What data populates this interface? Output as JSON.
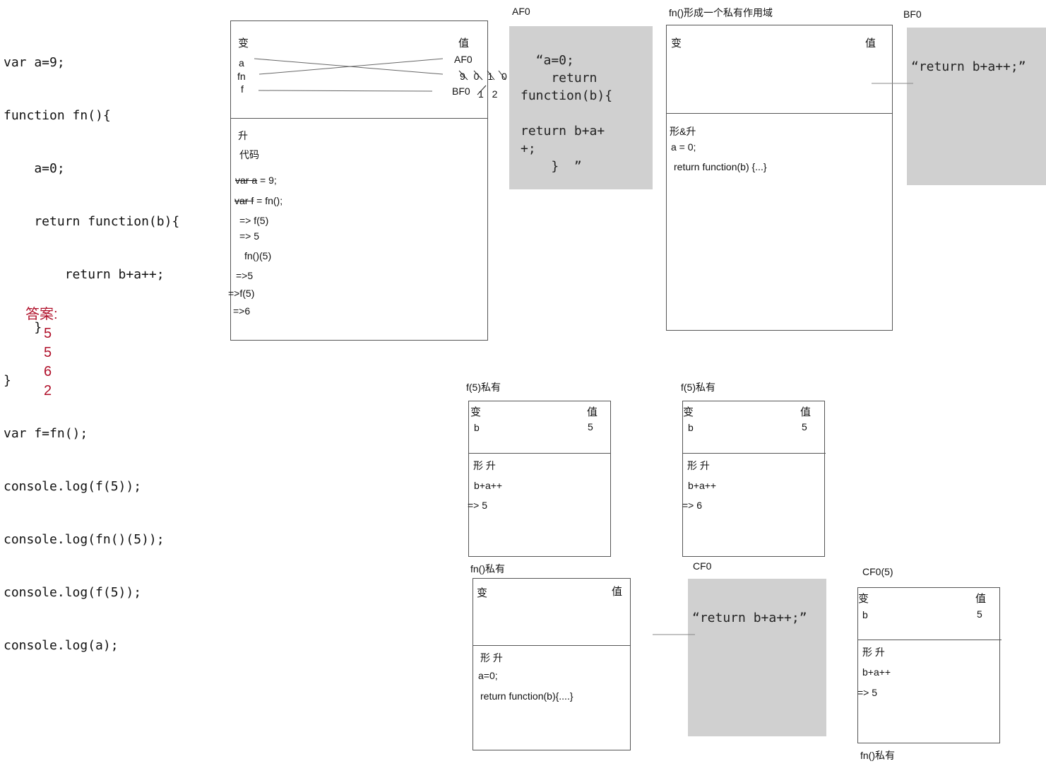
{
  "code": {
    "lines": [
      "var a=9;",
      "function fn(){",
      "    a=0;",
      "    return function(b){",
      "        return b+a++;",
      "    }",
      "}",
      "var f=fn();",
      "console.log(f(5));",
      "console.log(fn()(5));",
      "console.log(f(5));",
      "console.log(a);"
    ]
  },
  "answer": {
    "title": "答案:",
    "values": [
      "5",
      "5",
      "6",
      "2"
    ]
  },
  "global": {
    "var_header": "变",
    "val_header": "值",
    "vars": [
      "a",
      "fn",
      "f"
    ],
    "val_af0": "AF0",
    "val_a_history": "9 0 1 0",
    "val_bf0": "BF0",
    "val_f_history": "1 2",
    "hoist_label": "升",
    "code_label": "代码",
    "step1_struck": "var a",
    "step1_rest": " = 9;",
    "step2_struck": "var f",
    "step2_rest": " = fn();",
    "steps": [
      "=> f(5)",
      "=> 5",
      "fn()(5)",
      "=>5",
      "=>f(5)",
      "=>6"
    ]
  },
  "af0": {
    "label": "AF0",
    "content": "  “a=0;\n    return\nfunction(b){\n\nreturn b+a+\n+;\n    }  ”"
  },
  "fn_scope": {
    "caption": "fn()形成一个私有作用域",
    "var_header": "变",
    "val_header": "值",
    "section_label": "形&升",
    "line1": "a  = 0;",
    "line2": "return function(b) {...}"
  },
  "bf0": {
    "label": "BF0",
    "content": "“return b+a++;”"
  },
  "f5_a": {
    "caption": "f(5)私有",
    "var_header": "变",
    "val_header": "值",
    "var_b": "b",
    "val_b": "5",
    "section_label": "形 升",
    "expr": "b+a++",
    "result": "=> 5"
  },
  "f5_b": {
    "caption": "f(5)私有",
    "var_header": "变",
    "val_header": "值",
    "var_b": "b",
    "val_b": "5",
    "section_label": "形 升",
    "expr": "b+a++",
    "result": "=> 6"
  },
  "fn_private": {
    "caption": "fn()私有",
    "var_header": "变",
    "val_header": "值",
    "section_label": "形 升",
    "line1": "a=0;",
    "line2": "return function(b){....}"
  },
  "cf0": {
    "label": "CF0",
    "content": "“return b+a++;”"
  },
  "cf0_call": {
    "caption": "CF0(5)",
    "var_header": "变",
    "val_header": "值",
    "var_b": "b",
    "val_b": "5",
    "section_label": "形 升",
    "expr": "b+a++",
    "result": "=> 5",
    "footer": "fn()私有"
  }
}
